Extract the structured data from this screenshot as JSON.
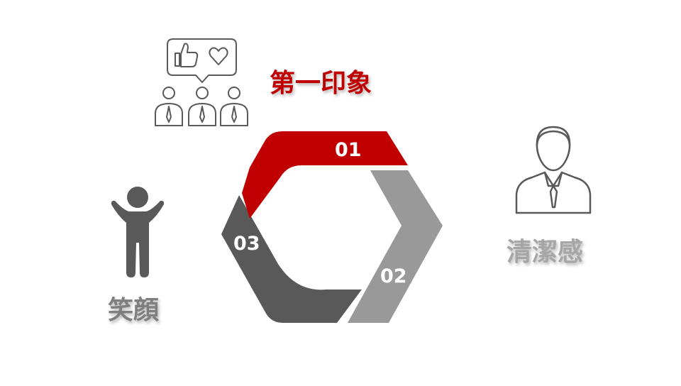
{
  "labels": {
    "first_impression": "第一印象",
    "cleanliness": "清潔感",
    "smile": "笑顔"
  },
  "segments": [
    {
      "number": "01",
      "color": "#c00000"
    },
    {
      "number": "02",
      "color": "#999999"
    },
    {
      "number": "03",
      "color": "#595959"
    }
  ],
  "colors": {
    "first_impression": "#c00000",
    "cleanliness": "#a6a6a6",
    "smile": "#7f7f7f",
    "icon_stroke": "#595959",
    "person_fill": "#595959"
  },
  "icons": {
    "audience": "audience-like-heart-icon",
    "businessman": "businessman-icon",
    "cheering_person": "cheering-person-icon"
  }
}
